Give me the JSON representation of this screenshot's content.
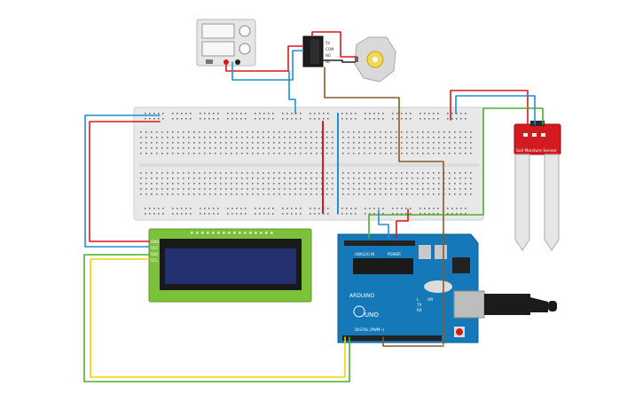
{
  "diagram": {
    "components": {
      "power_supply": {
        "name": "power-supply"
      },
      "relay": {
        "labels": [
          "5V",
          "COM",
          "NO",
          "NC"
        ]
      },
      "dc_motor": {
        "name": "dc-motor"
      },
      "breadboard": {
        "name": "breadboard"
      },
      "soil_sensor": {
        "label": "Soil Moisture Sensor"
      },
      "lcd": {
        "pins": [
          "GND",
          "VCC",
          "SDA",
          "SCL"
        ]
      },
      "arduino": {
        "board_name": "UNO",
        "brand": "ARDUINO",
        "analog_label": "ANALOG IN",
        "power_label": "POWER",
        "digital_label": "DIGITAL (PWM~)",
        "tx_label": "TX",
        "rx_label": "RX",
        "on_label": "ON",
        "l_label": "L"
      }
    },
    "wire_colors": {
      "red": "#d7191c",
      "blue": "#1f8fd8",
      "green": "#4caf2a",
      "yellow": "#f0d400",
      "brown": "#8a5a2b",
      "black": "#222222"
    }
  }
}
